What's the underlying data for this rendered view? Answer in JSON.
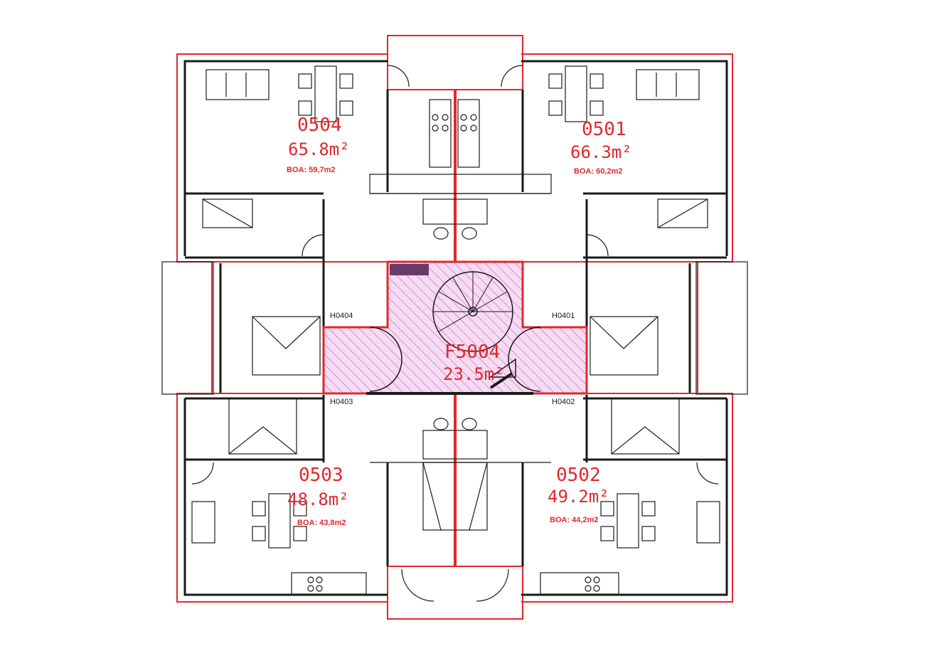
{
  "colors": {
    "accent_red": "#e0282c",
    "line": "#1a1a1a",
    "hatch": "#d98ad8",
    "hatch_fill": "#f6dcf3"
  },
  "units": [
    {
      "id": "0504",
      "area": "65.8m²",
      "boa": "BOA: 59,7m2"
    },
    {
      "id": "0501",
      "area": "66.3m²",
      "boa": "BOA: 60,2m2"
    },
    {
      "id": "0503",
      "area": "48.8m²",
      "boa": "BOA: 43,8m2"
    },
    {
      "id": "0502",
      "area": "49.2m²",
      "boa": "BOA: 44,2m2"
    }
  ],
  "stair": {
    "id": "F5004",
    "area": "23.5m²"
  },
  "doors": [
    "H0404",
    "H0401",
    "H0403",
    "H0402"
  ]
}
